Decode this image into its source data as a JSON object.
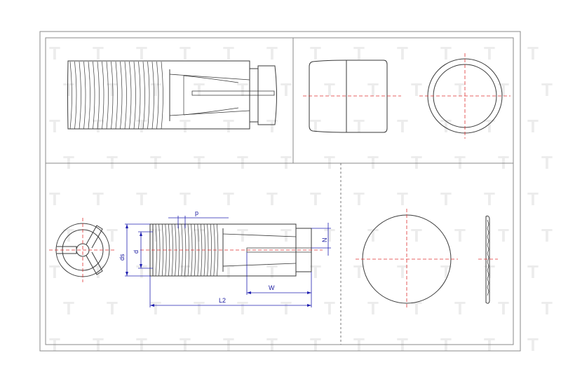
{
  "colors": {
    "outline": "#3a3a3a",
    "centerline": "#e03030",
    "dimension": "#2020b0",
    "frame": "#888888",
    "watermark": "#ececec"
  },
  "dimensions": {
    "pitch": "p",
    "major_diameter": "ds",
    "minor_diameter": "d",
    "notch": "N",
    "slot_width": "W",
    "length": "L2"
  },
  "watermark": {
    "glyph": "T"
  }
}
